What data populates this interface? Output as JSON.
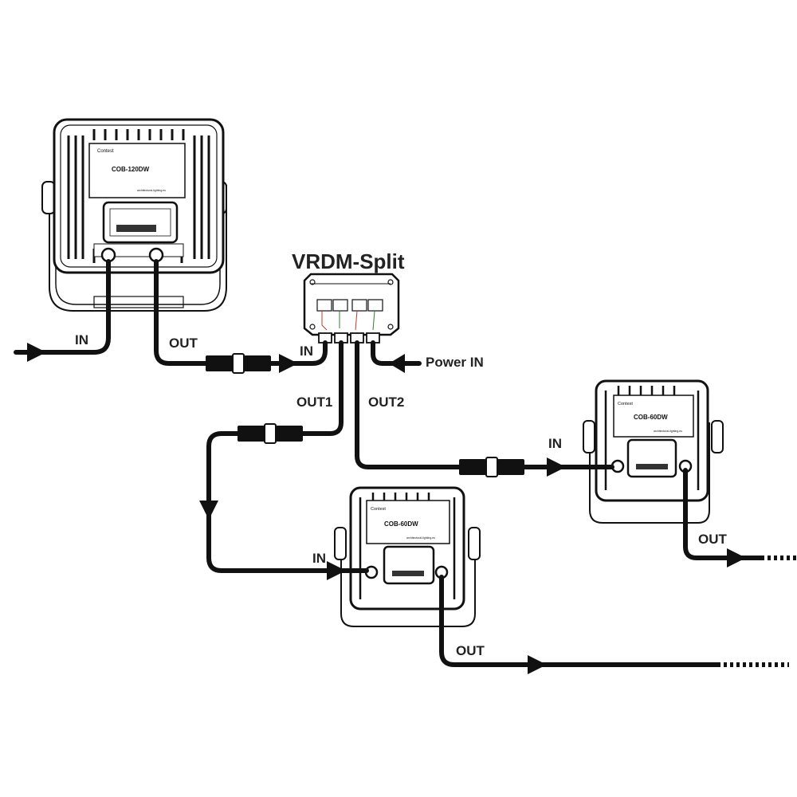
{
  "title": "VRDM-Split",
  "fixtures": [
    {
      "model": "COB-120DW",
      "brand": "Contest",
      "website": "architectural-lighting.eu"
    },
    {
      "model": "COB-60DW",
      "brand": "Contest",
      "website": "architectural-lighting.eu"
    },
    {
      "model": "COB-60DW",
      "brand": "Contest",
      "website": "architectural-lighting.eu"
    }
  ],
  "labels": {
    "in_main": "IN",
    "out_main": "OUT",
    "split_in": "IN",
    "power_in": "Power IN",
    "out1": "OUT1",
    "out2": "OUT2",
    "in_fixture_right": "IN",
    "out_fixture_right": "OUT",
    "in_fixture_bottom": "IN",
    "out_fixture_bottom": "OUT"
  },
  "colors": {
    "line": "#111111",
    "cable": "#1a1a1a",
    "background": "#ffffff"
  }
}
